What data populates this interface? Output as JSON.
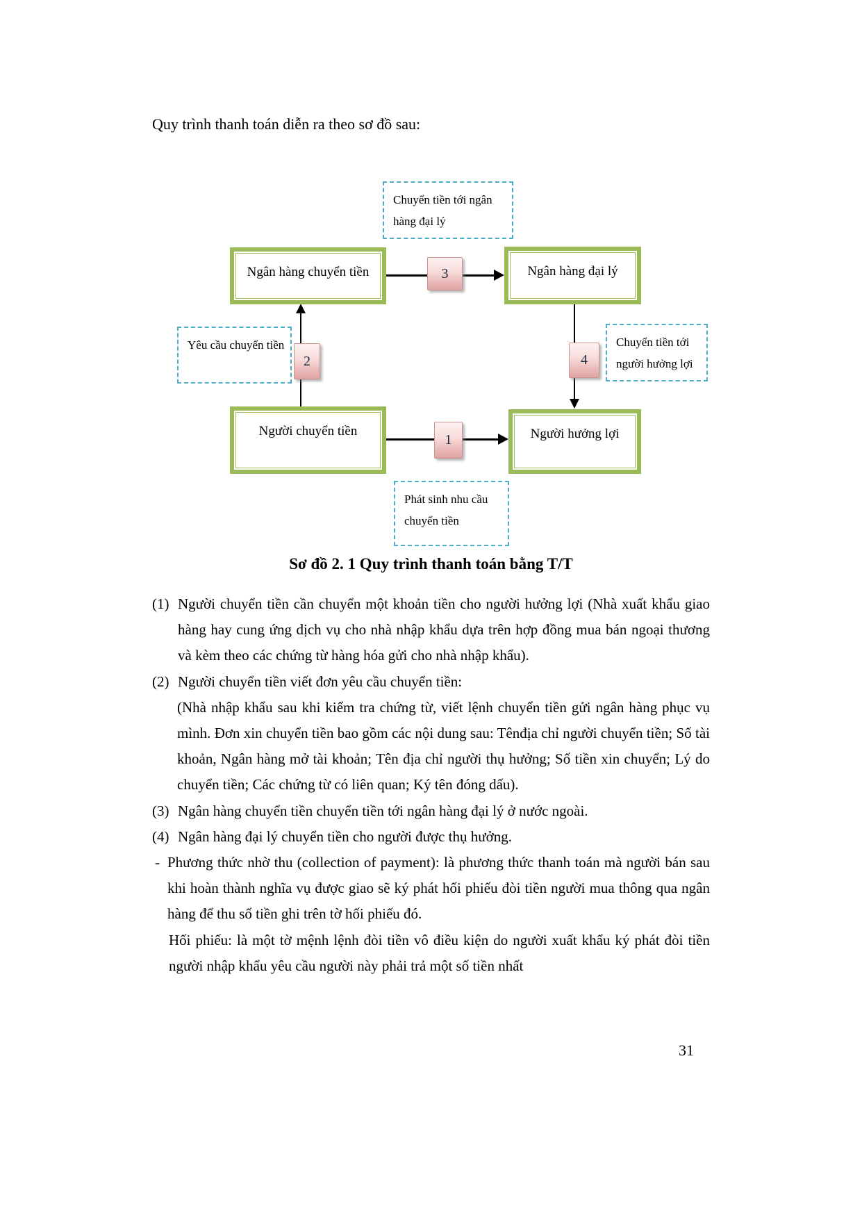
{
  "page": {
    "intro_text": "Quy trình thanh toán diễn ra theo sơ đồ sau:",
    "page_number": "31"
  },
  "diagram": {
    "caption": "Sơ đồ 2. 1 Quy trình thanh toán bằng T/T",
    "nodes": {
      "remitting_bank": "Ngân hàng chuyển tiền",
      "agent_bank": "Ngân hàng đại lý",
      "remitter": "Người chuyển tiền",
      "beneficiary": "Người hưởng lợi"
    },
    "notes": {
      "to_agent_bank": "Chuyển tiền tới ngân hàng đại lý",
      "transfer_request": "Yêu cầu chuyển tiền",
      "to_beneficiary": "Chuyển tiền tới người hưởng lợi",
      "need_arises": "Phát sinh nhu cầu chuyển tiền"
    },
    "steps": {
      "step1": "1",
      "step2": "2",
      "step3": "3",
      "step4": "4"
    },
    "colors": {
      "node_border": "#9bbb59",
      "note_border": "#4bacc6",
      "step_border": "#c99593",
      "step_fill_top": "#fdf2f1",
      "step_fill_bottom": "#e0a5a4",
      "step_text": "#1b2a41",
      "arrow": "#000000"
    }
  },
  "body": {
    "items": [
      {
        "marker": "(1)",
        "text": "Người chuyển tiền cần chuyển một khoản tiền cho người hưởng lợi (Nhà xuất khẩu giao hàng hay cung ứng dịch vụ cho nhà nhập khẩu dựa trên hợp đồng mua bán ngoại thương và kèm theo các chứng từ hàng hóa gửi cho nhà nhập khẩu)."
      },
      {
        "marker": "(2)",
        "text": "Người chuyển tiền viết đơn yêu cầu chuyển tiền:"
      },
      {
        "marker": "",
        "text": "(Nhà nhập khẩu sau khi kiểm tra chứng từ, viết lệnh chuyển tiền gửi ngân hàng phục vụ mình. Đơn xin chuyển tiền bao gồm các nội dung sau: Tênđịa chỉ người chuyển tiền; Số tài khoản, Ngân hàng mở tài khoản; Tên địa chỉ người thụ hưởng; Số tiền xin chuyển; Lý do chuyển tiền; Các chứng từ có liên quan; Ký tên đóng dấu)."
      },
      {
        "marker": "(3)",
        "text": "Ngân hàng chuyển tiền chuyển tiền tới ngân hàng đại lý ở nước ngoài."
      },
      {
        "marker": "(4)",
        "text": "Ngân hàng đại lý chuyển tiền cho người được thụ hưởng."
      },
      {
        "marker": "-",
        "text": "Phương thức nhờ thu (collection of payment): là phương thức thanh toán mà người bán sau khi hoàn thành nghĩa vụ được giao sẽ ký phát hối phiếu đòi tiền người mua thông qua ngân hàng để thu số tiền ghi trên tờ hối phiếu đó."
      },
      {
        "marker": "",
        "text": "Hối phiếu: là một tờ mệnh lệnh đòi tiền vô điều kiện do người xuất khẩu ký phát đòi tiền người nhập khẩu yêu cầu người này phải trả một số tiền nhất"
      }
    ]
  }
}
